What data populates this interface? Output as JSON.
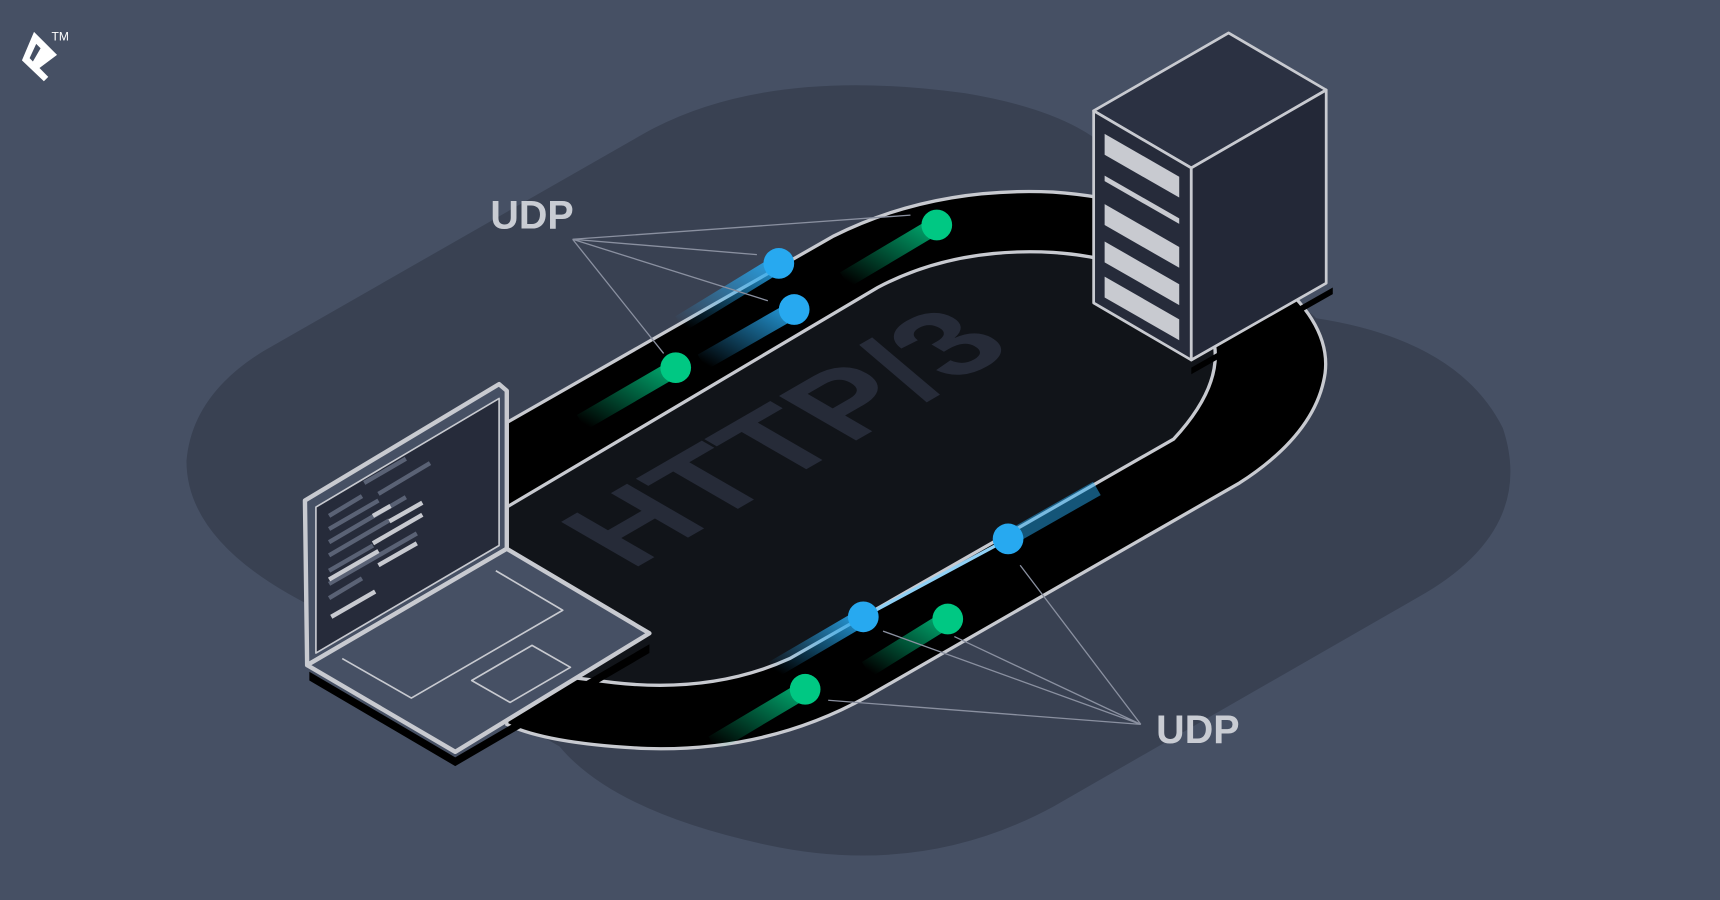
{
  "logo": {
    "name": "toptal-logo",
    "trademark": "TM"
  },
  "illustration": {
    "title": "HTTP/3",
    "label_top": "UDP",
    "label_bottom": "UDP"
  },
  "colors": {
    "background": "#465064",
    "blob": "#394152",
    "track": "#000000",
    "plate": "#111419",
    "outline": "#c8cad0",
    "packet_blue": "#27a9f0",
    "packet_green": "#00c883",
    "server": "#262b3a"
  }
}
